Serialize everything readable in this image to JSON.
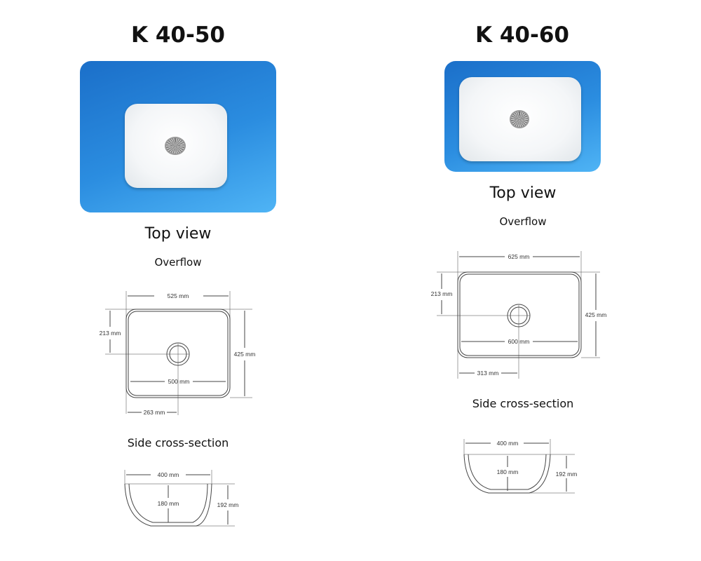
{
  "products": [
    {
      "title": "K 40-50",
      "top_view": "Top view",
      "overflow": "Overflow",
      "cross_section": "Side cross-section",
      "dims": {
        "outer_width": "525 mm",
        "inner_width": "500 mm",
        "overflow_offset": "213 mm",
        "depth": "425 mm",
        "drain_offset": "263 mm",
        "section_width": "400 mm",
        "inner_height": "180 mm",
        "outer_height": "192 mm"
      }
    },
    {
      "title": "K 40-60",
      "top_view": "Top view",
      "overflow": "Overflow",
      "cross_section": "Side cross-section",
      "dims": {
        "outer_width": "625 mm",
        "inner_width": "600 mm",
        "overflow_offset": "213 mm",
        "depth": "425 mm",
        "drain_offset": "313 mm",
        "section_width": "400 mm",
        "inner_height": "180 mm",
        "outer_height": "192 mm"
      }
    }
  ]
}
